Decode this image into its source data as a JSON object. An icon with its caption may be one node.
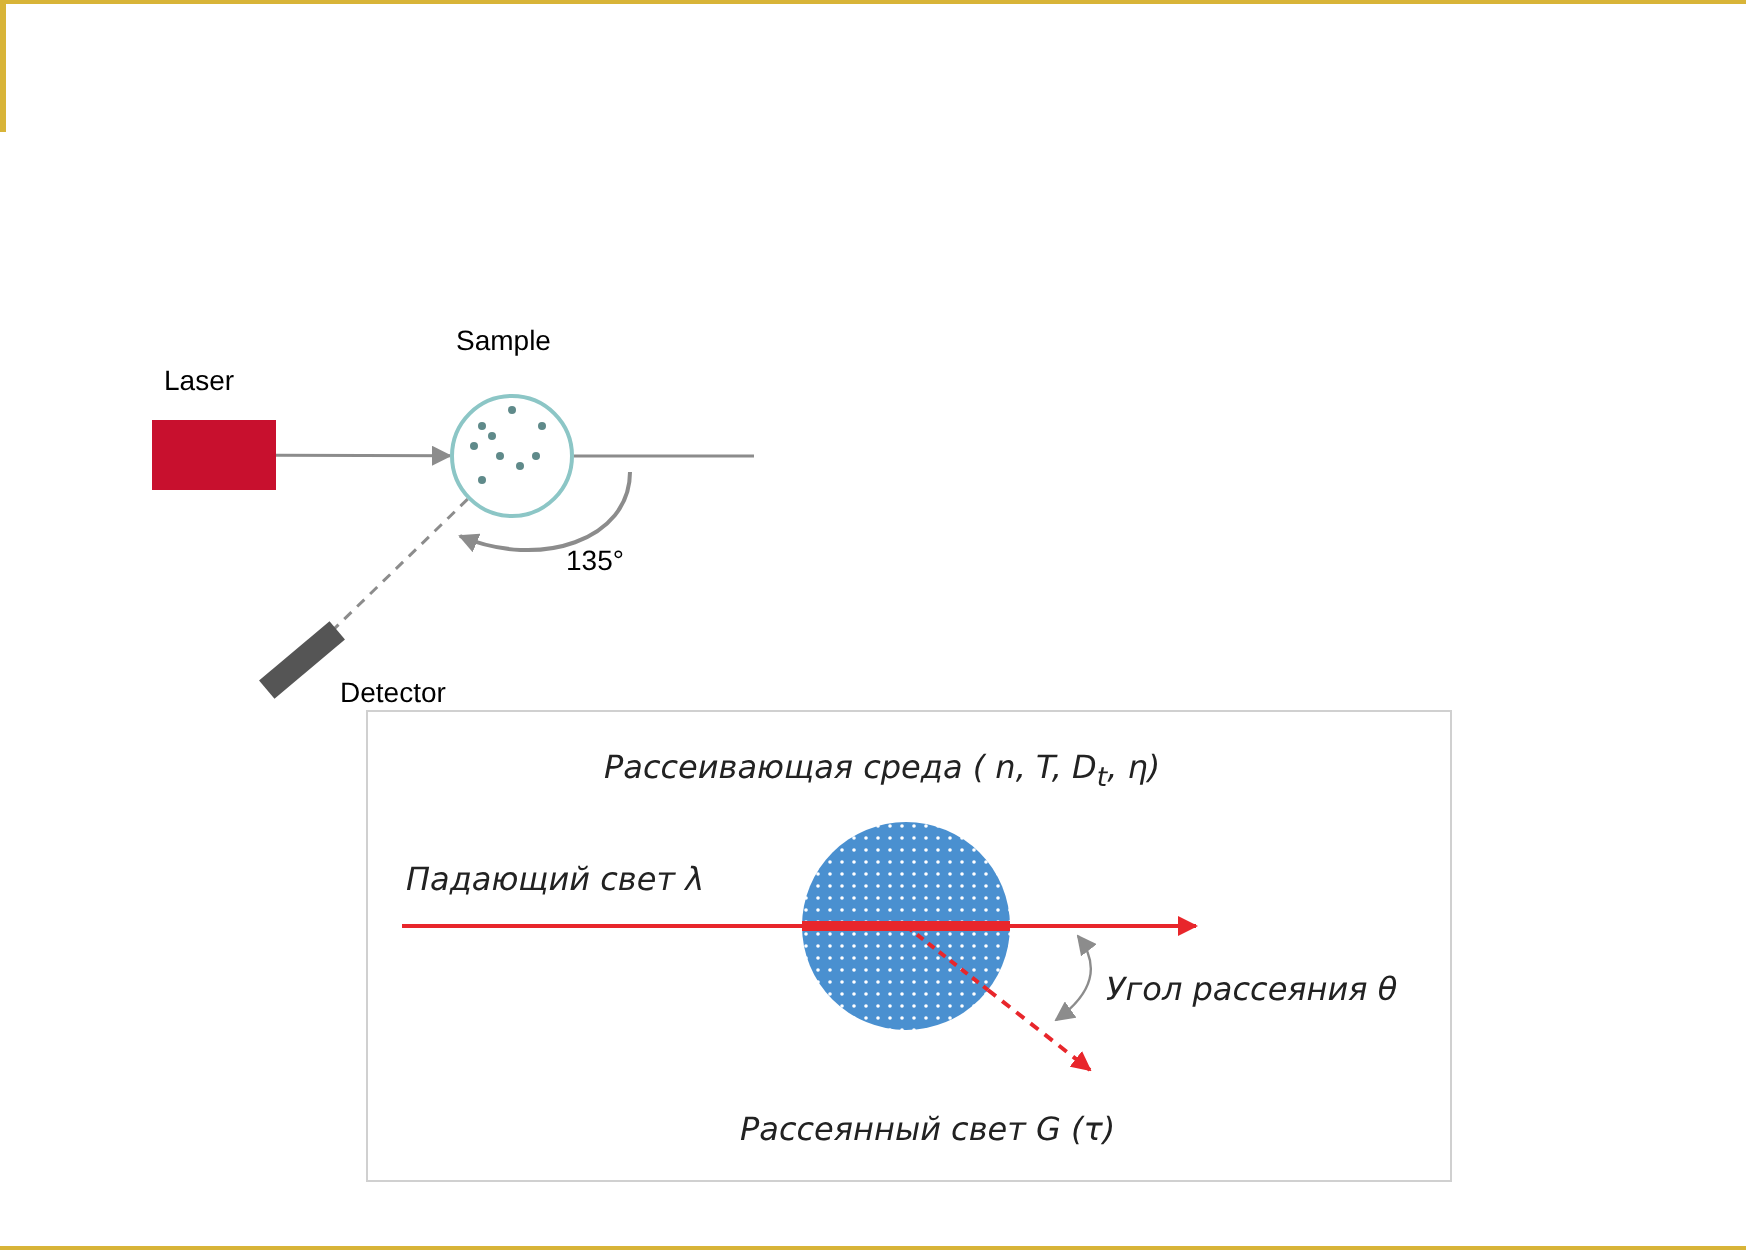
{
  "diagram": {
    "nodes": [
      {
        "text": [
          "Laser"
        ]
      },
      {
        "text": [
          "Sample"
        ]
      },
      {
        "text": [],
        "shape": "bar",
        "beside": [
          "Detector"
        ]
      },
      {
        "text": [
          "*Рассеивающая среда*  ( *n*, *T*, *D*$_{t}$, *η*)"
        ]
      }
    ],
    "edges": [
      {
        "from": 0,
        "to": 1,
        "arrow": "to",
        "color": "#8c8c8c"
      },
      {
        "from": 1,
        "to": null,
        "arrow": "none",
        "color": "#8c8c8c"
      },
      {
        "from": 1,
        "to": 2,
        "arrow": "none",
        "style": "dashed",
        "color": "#8c8c8c"
      },
      {
        "from": null,
        "to": 3,
        "arrow": "none",
        "color": "#e8262b"
      },
      {
        "from": 3,
        "to": null,
        "arrow": "to",
        "color": "#e8262b"
      },
      {
        "from": 3,
        "to": null,
        "arrow": "to",
        "style": "dashed",
        "color": "#e8262b"
      }
    ],
    "labels": [
      "135°",
      "Падающий свет  λ",
      "Угол рассеяния   θ",
      "Рассеянный свет  G (τ)"
    ]
  }
}
